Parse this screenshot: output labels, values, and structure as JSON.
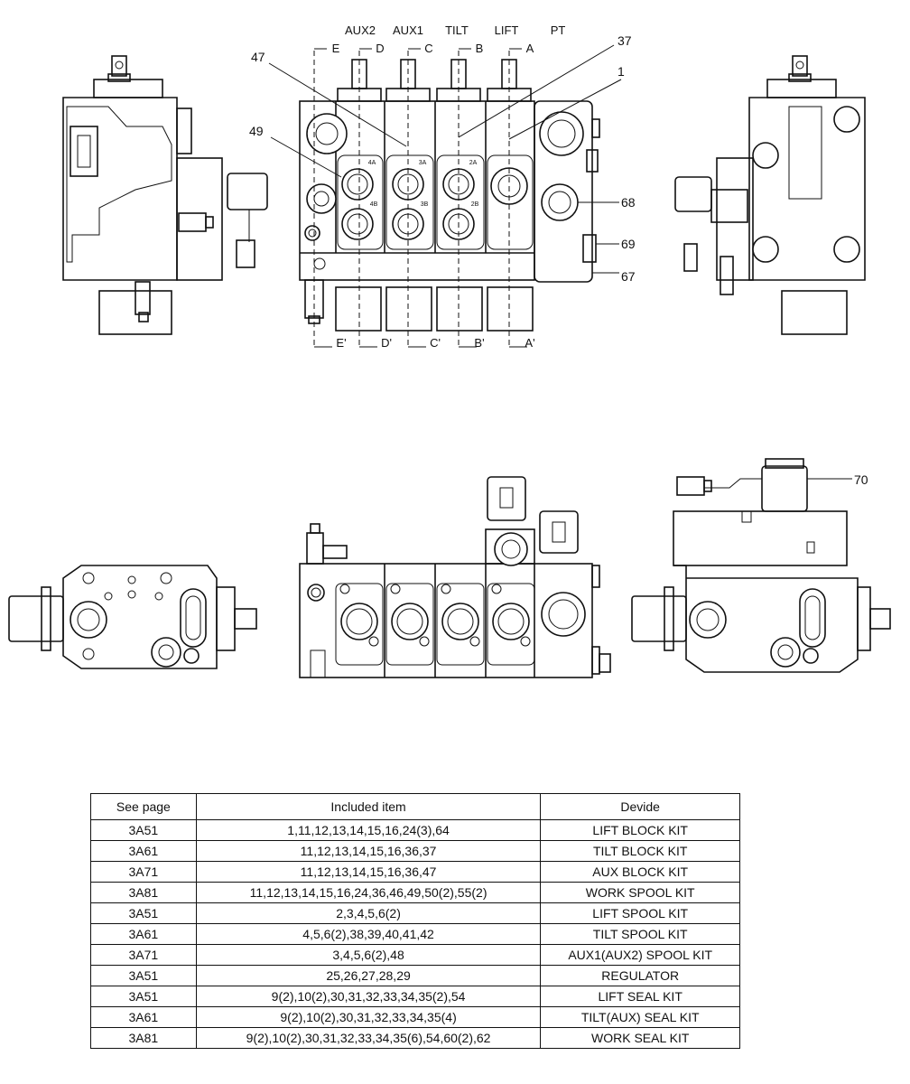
{
  "section_labels": [
    {
      "key": "aux2",
      "text": "AUX2"
    },
    {
      "key": "aux1",
      "text": "AUX1"
    },
    {
      "key": "tilt",
      "text": "TILT"
    },
    {
      "key": "lift",
      "text": "LIFT"
    },
    {
      "key": "pt",
      "text": "PT"
    }
  ],
  "section_letters_top": [
    "E",
    "D",
    "C",
    "B",
    "A"
  ],
  "section_letters_bottom": [
    "E'",
    "D'",
    "C'",
    "B'",
    "A'"
  ],
  "callouts": [
    "47",
    "37",
    "1",
    "49",
    "68",
    "69",
    "67",
    "70"
  ],
  "port_labels": [
    "4A",
    "3A",
    "2A",
    "4B",
    "3B",
    "2B"
  ],
  "kit_table": {
    "headers": [
      "See page",
      "Included item",
      "Devide"
    ],
    "rows": [
      [
        "3A51",
        "1,11,12,13,14,15,16,24(3),64",
        "LIFT BLOCK KIT"
      ],
      [
        "3A61",
        "11,12,13,14,15,16,36,37",
        "TILT BLOCK KIT"
      ],
      [
        "3A71",
        "11,12,13,14,15,16,36,47",
        "AUX BLOCK KIT"
      ],
      [
        "3A81",
        "11,12,13,14,15,16,24,36,46,49,50(2),55(2)",
        "WORK SPOOL KIT"
      ],
      [
        "3A51",
        "2,3,4,5,6(2)",
        "LIFT SPOOL KIT"
      ],
      [
        "3A61",
        "4,5,6(2),38,39,40,41,42",
        "TILT SPOOL KIT"
      ],
      [
        "3A71",
        "3,4,5,6(2),48",
        "AUX1(AUX2) SPOOL KIT"
      ],
      [
        "3A51",
        "25,26,27,28,29",
        "REGULATOR"
      ],
      [
        "3A51",
        "9(2),10(2),30,31,32,33,34,35(2),54",
        "LIFT SEAL KIT"
      ],
      [
        "3A61",
        "9(2),10(2),30,31,32,33,34,35(4)",
        "TILT(AUX) SEAL KIT"
      ],
      [
        "3A81",
        "9(2),10(2),30,31,32,33,34,35(6),54,60(2),62",
        "WORK SEAL KIT"
      ]
    ]
  }
}
